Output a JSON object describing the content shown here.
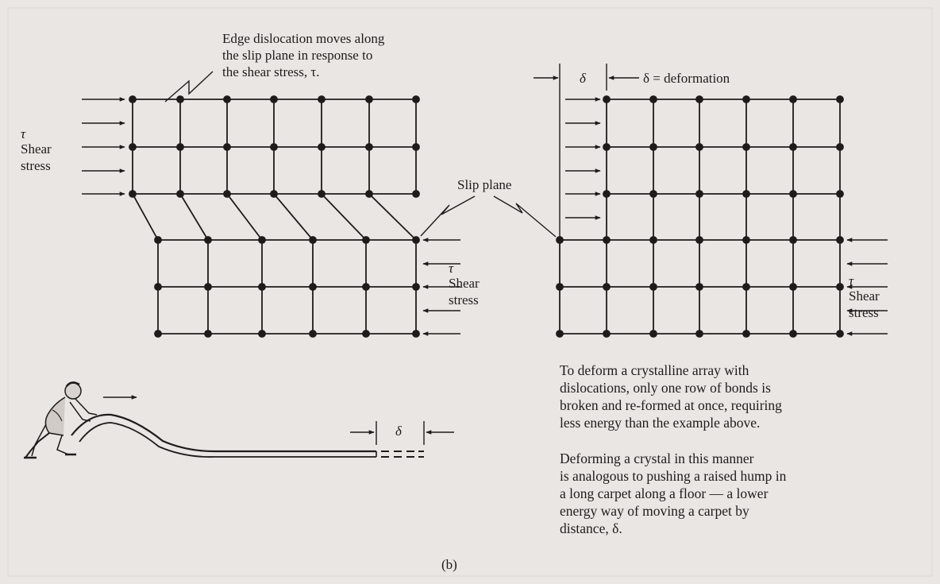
{
  "annotations": {
    "edge_dislocation": "Edge dislocation moves along\nthe slip plane in response to\nthe shear stress, τ.",
    "tau_symbol": "τ",
    "shear_stress": "Shear\nstress",
    "slip_plane": "Slip plane",
    "delta": "δ",
    "delta_deformation": "δ = deformation",
    "paragraph_1": "To deform a crystalline array with\ndislocations, only one row of bonds is\nbroken and re-formed at once, requiring\nless energy than the example above.",
    "paragraph_2": "Deforming a crystal in this manner\nis analogous to pushing a raised hump in\na long carpet along a floor — a lower\nenergy way of moving a carpet by\ndistance, δ.",
    "panel_label": "(b)"
  },
  "colors": {
    "background": "#e9e6e3",
    "ink": "#1e1c1b"
  },
  "icons": {
    "person": "person-pushing-carpet-icon"
  }
}
